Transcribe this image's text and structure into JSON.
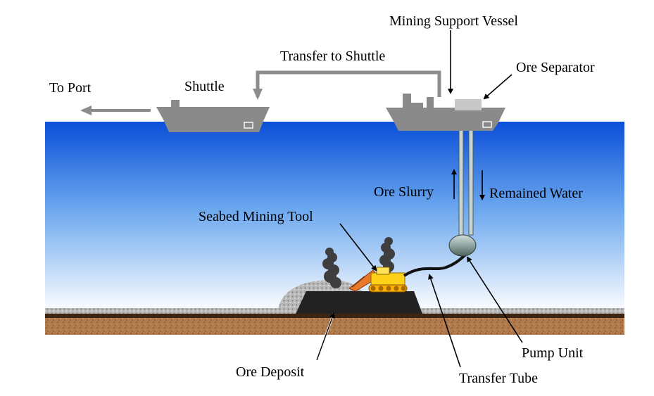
{
  "labels": {
    "mining_support_vessel": "Mining Support Vessel",
    "transfer_to_shuttle": "Transfer to Shuttle",
    "ore_separator": "Ore Separator",
    "to_port": "To Port",
    "shuttle": "Shuttle",
    "ore_slurry": "Ore Slurry",
    "remained_water": "Remained Water",
    "seabed_mining_tool": "Seabed Mining Tool",
    "pump_unit": "Pump Unit",
    "ore_deposit": "Ore Deposit",
    "transfer_tube": "Transfer Tube"
  },
  "colors": {
    "sea_top": "#0a4fd8",
    "sea_mid": "#6aa6ee",
    "sea_bottom": "#ffffff",
    "ship": "#8a8a8a",
    "separator": "#c8c8c8",
    "mining_tool": "#ffd21a",
    "boom": "#e8782a",
    "ore_deposit": "#222222",
    "seabed_crust": "#a9744a",
    "pump_unit": "#8fa5a0",
    "arrow_gray": "#8c8c8c"
  },
  "icons": {
    "ship": "ship-icon",
    "mining_tool": "crawler-icon",
    "pump": "pump-icon"
  }
}
